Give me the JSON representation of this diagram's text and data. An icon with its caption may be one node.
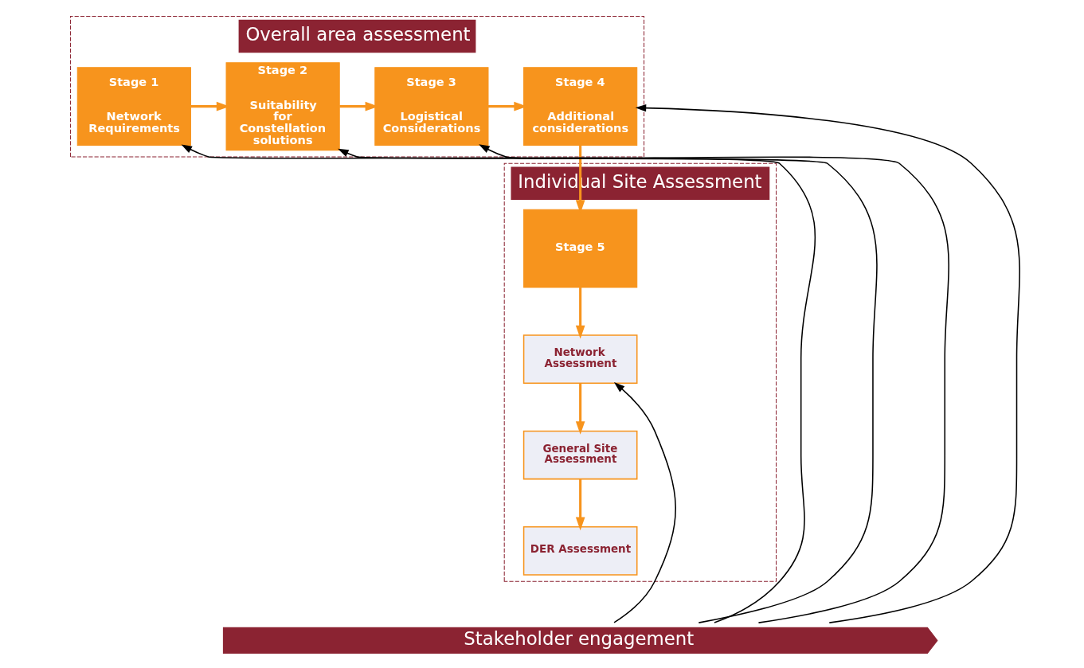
{
  "diagram": {
    "nodes": [
      {
        "text": [
          "Overall area assessment"
        ]
      },
      {
        "text": [
          "Stage 1",
          "Network Requirements"
        ],
        "in": 0
      },
      {
        "text": [
          "Stage 2",
          "Suitability for Constellation solutions"
        ],
        "in": 0
      },
      {
        "text": [
          "Stage 3",
          "Logistical Considerations"
        ],
        "in": 0
      },
      {
        "text": [
          "Stage 4",
          "Additional considerations"
        ],
        "in": 0
      },
      {
        "text": [
          "Individual Site Assessment"
        ]
      },
      {
        "text": [
          "Stage 5"
        ],
        "in": 5
      },
      {
        "text": [
          "Network Assessment"
        ],
        "in": 5
      },
      {
        "text": [
          "General Site Assessment"
        ],
        "in": 5
      },
      {
        "text": [
          "DER Assessment"
        ],
        "in": 5
      },
      {
        "text": [
          "Stakeholder engagement"
        ]
      }
    ],
    "edges": [
      {
        "from": 1,
        "to": 2,
        "arrow": "to"
      },
      {
        "from": 2,
        "to": 3,
        "arrow": "to"
      },
      {
        "from": 3,
        "to": 4,
        "arrow": "to"
      },
      {
        "from": 4,
        "to": 6,
        "arrow": "to"
      },
      {
        "from": 6,
        "to": 7,
        "arrow": "to"
      },
      {
        "from": 7,
        "to": 8,
        "arrow": "to"
      },
      {
        "from": 8,
        "to": 9,
        "arrow": "to"
      },
      {
        "from": 10,
        "to": 1,
        "arrow": "to",
        "color": "#000000"
      },
      {
        "from": 10,
        "to": 2,
        "arrow": "to",
        "color": "#000000"
      },
      {
        "from": 10,
        "to": 3,
        "arrow": "to",
        "color": "#000000"
      },
      {
        "from": 10,
        "to": 4,
        "arrow": "to",
        "color": "#000000"
      },
      {
        "from": 10,
        "to": 7,
        "arrow": "to",
        "color": "#000000"
      }
    ]
  }
}
